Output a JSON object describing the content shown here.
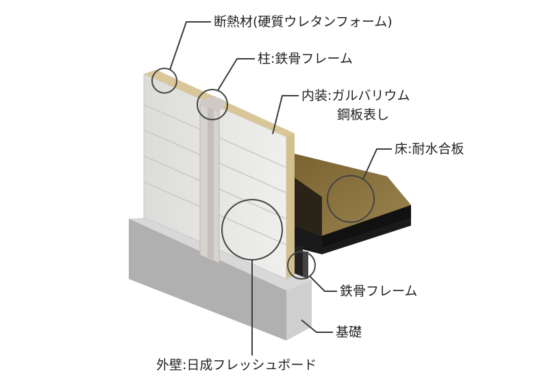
{
  "labels": {
    "insulation": "断熱材(硬質ウレタンフォーム)",
    "column": "柱:鉄骨フレーム",
    "interior_line1": "内装:ガルバリウム",
    "interior_line2": "鋼板表し",
    "floor": "床:耐水合板",
    "steel_frame": "鉄骨フレーム",
    "foundation": "基礎",
    "exterior_wall": "外壁:日成フレッシュボード"
  },
  "colors": {
    "wall_face": "#e8e8e6",
    "insulation": "#d9c79a",
    "floor_top": "#8a7440",
    "floor_dark": "#1a1a1a",
    "foundation": "#b5b5b5",
    "foundation_top": "#dcdcdc"
  }
}
